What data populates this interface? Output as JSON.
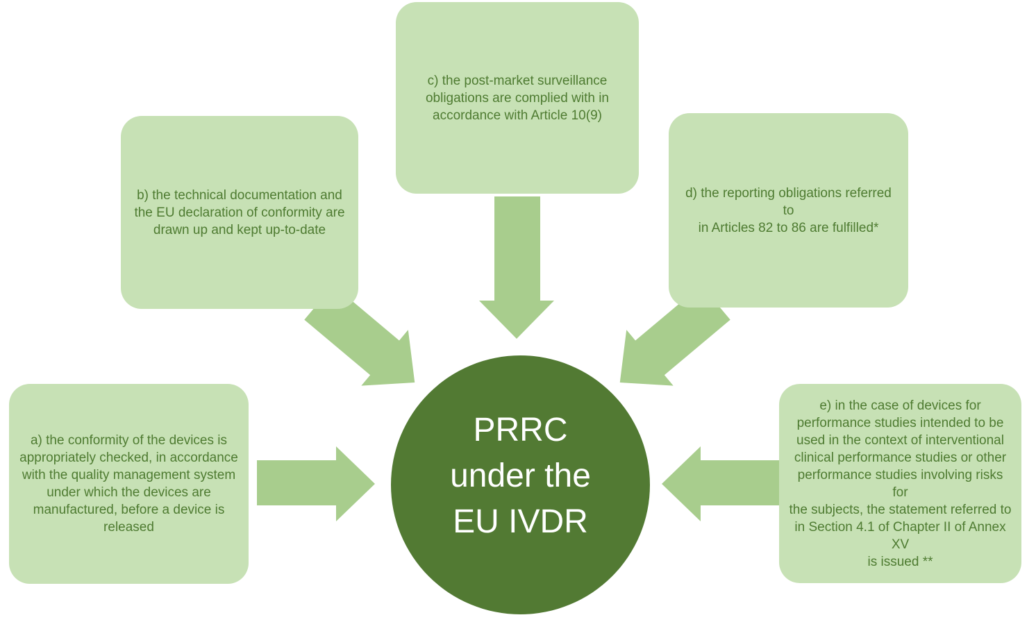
{
  "diagram": {
    "title": "PRRC under the EU IVDR",
    "center_circle": {
      "text": "PRRC\nunder the\nEU IVDR"
    },
    "boxes": {
      "a": {
        "text": "a) the conformity of the devices is\nappropriately checked, in accordance\nwith the quality management system\nunder which the devices are\nmanufactured, before a device is\nreleased"
      },
      "b": {
        "text": "b) the technical documentation and\nthe EU declaration of conformity are\ndrawn up and kept up-to-date"
      },
      "c": {
        "text": "c) the post-market surveillance\nobligations are complied with in\naccordance with Article 10(9)"
      },
      "d": {
        "text": "d) the reporting obligations referred to\nin Articles 82 to 86 are fulfilled*"
      },
      "e": {
        "text": "e) in the case of devices for\nperformance studies intended to be\nused in the context of interventional\nclinical performance studies or other\nperformance studies involving risks for\nthe subjects, the statement referred to\nin Section 4.1 of Chapter II of Annex XV\nis issued **"
      }
    },
    "colors": {
      "background": "#ffffff",
      "box_fill": "#c7e1b5",
      "arrow_fill": "#a8cd8d",
      "circle_fill": "#527a33",
      "box_text": "#4e7b31",
      "circle_text": "#ffffff"
    }
  }
}
